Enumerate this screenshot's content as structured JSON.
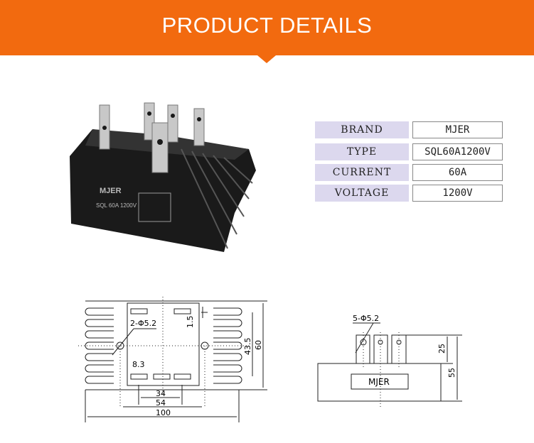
{
  "header": {
    "title": "PRODUCT  DETAILS"
  },
  "specs": [
    {
      "label": "BRAND",
      "value": "MJER"
    },
    {
      "label": "TYPE",
      "value": "SQL60A1200V"
    },
    {
      "label": "CURRENT",
      "value": "60A"
    },
    {
      "label": "VOLTAGE",
      "value": "1200V"
    }
  ],
  "photo": {
    "brand": "MJER",
    "model": "SQL 60A 1200V"
  },
  "top_view": {
    "holes": "2-Φ5.2",
    "dim_1_5": "1.5",
    "dim_43_5": "43.5",
    "dim_60": "60",
    "dim_8_3": "8.3",
    "dim_34": "34",
    "dim_54": "54",
    "dim_100": "100"
  },
  "side_view": {
    "holes": "5-Φ5.2",
    "label": "MJER",
    "dim_25": "25",
    "dim_55": "55"
  }
}
